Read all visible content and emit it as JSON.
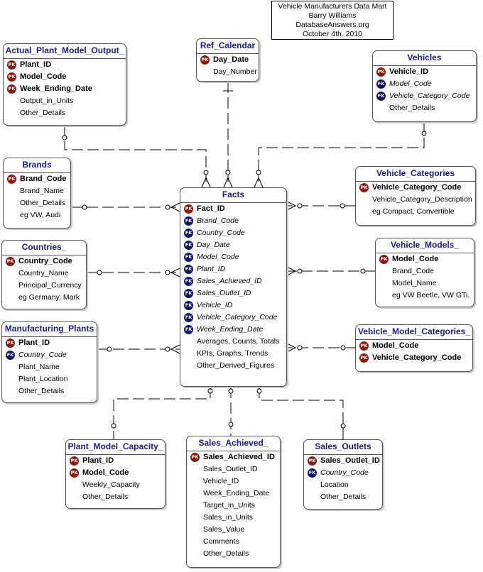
{
  "header": {
    "lines": [
      "Vehicle Manufacturers Data Mart",
      "Barry Williams",
      "DatabaseAnswers.org",
      "October 4th. 2010"
    ]
  },
  "entities": {
    "actual_plant_model_output": {
      "title": "Actual_Plant_Model_Output_",
      "keys": [
        {
          "t": "PK",
          "n": "Plant_ID"
        },
        {
          "t": "PK",
          "n": "Model_Code"
        },
        {
          "t": "PK",
          "n": "Week_Ending_Date"
        }
      ],
      "attrs": [
        "Output_in_Units",
        "Other_Details"
      ]
    },
    "ref_calendar": {
      "title": "Ref_Calendar",
      "keys": [
        {
          "t": "PK",
          "n": "Day_Date"
        }
      ],
      "attrs": [
        "Day_Number"
      ]
    },
    "vehicles": {
      "title": "Vehicles",
      "keys": [
        {
          "t": "PK",
          "n": "Vehicle_ID"
        },
        {
          "t": "FK",
          "n": "Model_Code"
        },
        {
          "t": "FK",
          "n": "Vehicle_Category_Code"
        }
      ],
      "attrs": [
        "Other_Details"
      ]
    },
    "brands": {
      "title": "Brands",
      "keys": [
        {
          "t": "PK",
          "n": "Brand_Code"
        }
      ],
      "attrs": [
        "Brand_Name",
        "Other_Details",
        "eg VW, Audi"
      ]
    },
    "facts": {
      "title": "Facts",
      "keys": [
        {
          "t": "PK",
          "n": "Fact_ID"
        },
        {
          "t": "FK",
          "n": "Brand_Code"
        },
        {
          "t": "FK",
          "n": "Country_Code"
        },
        {
          "t": "FK",
          "n": "Day_Date"
        },
        {
          "t": "FK",
          "n": "Model_Code"
        },
        {
          "t": "FK",
          "n": "Plant_ID"
        },
        {
          "t": "FK",
          "n": "Sales_Achieved_ID"
        },
        {
          "t": "FK",
          "n": "Sales_Outlet_ID"
        },
        {
          "t": "FK",
          "n": "Vehicle_ID"
        },
        {
          "t": "FK",
          "n": "Vehicle_Category_Code"
        },
        {
          "t": "FK",
          "n": "Week_Ending_Date"
        }
      ],
      "attrs": [
        "Averages, Counts, Totals",
        "KPIs, Graphs, Trends",
        "Other_Derived_Figures"
      ]
    },
    "vehicle_categories": {
      "title": "Vehicle_Categories",
      "keys": [
        {
          "t": "PK",
          "n": "Vehicle_Category_Code"
        }
      ],
      "attrs": [
        "Vehicle_Category_Description",
        "eg Compact, Convertible"
      ]
    },
    "countries": {
      "title": "Countries_",
      "keys": [
        {
          "t": "PK",
          "n": "Country_Code"
        }
      ],
      "attrs": [
        "Country_Name",
        "Principal_Currency",
        "eg Germany, Mark"
      ]
    },
    "vehicle_models": {
      "title": "Vehicle_Models_",
      "keys": [
        {
          "t": "PK",
          "n": "Model_Code"
        }
      ],
      "attrs": [
        "Brand_Code",
        "Model_Name",
        "eg VW Beetle, VW GTi."
      ]
    },
    "manufacturing_plants": {
      "title": "Manufacturing_Plants",
      "keys": [
        {
          "t": "PK",
          "n": "Plant_ID"
        },
        {
          "t": "FK",
          "n": "Country_Code"
        }
      ],
      "attrs": [
        "Plant_Name",
        "Plant_Location",
        "Other_Details"
      ]
    },
    "vehicle_model_categories": {
      "title": "Vehicle_Model_Categories_",
      "keys": [
        {
          "t": "PK",
          "n": "Model_Code"
        },
        {
          "t": "PK",
          "n": "Vehicle_Category_Code"
        }
      ],
      "attrs": []
    },
    "plant_model_capacity": {
      "title": "Plant_Model_Capacity_",
      "keys": [
        {
          "t": "PK",
          "n": "Plant_ID"
        },
        {
          "t": "PK",
          "n": "Model_Code"
        }
      ],
      "attrs": [
        "Weekly_Capacity",
        "Other_Details"
      ]
    },
    "sales_achieved": {
      "title": "Sales_Achieved_",
      "keys": [
        {
          "t": "PK",
          "n": "Sales_Achieved_ID"
        }
      ],
      "attrs": [
        "Sales_Outlet_ID",
        "Vehicle_ID",
        "Week_Ending_Date",
        "Target_in_Units",
        "Sales_in_Units",
        "Sales_Value",
        "Comments",
        "Other_Details"
      ]
    },
    "sales_outlets": {
      "title": "Sales_Outlets",
      "keys": [
        {
          "t": "PK",
          "n": "Sales_Outlet_ID"
        },
        {
          "t": "FK",
          "n": "Country_Code"
        }
      ],
      "attrs": [
        "Location",
        "Other_Details"
      ]
    }
  }
}
